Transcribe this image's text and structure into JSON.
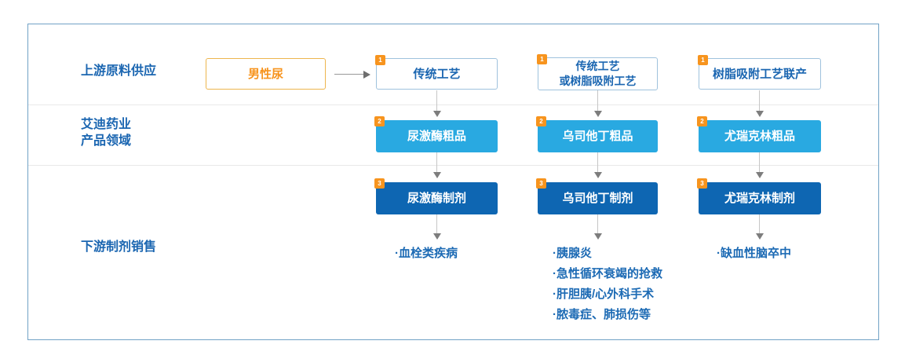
{
  "sections": {
    "upstream_label": "上游原料供应",
    "company_label": "艾迪药业\n产品领域",
    "downstream_label": "下游制剂销售"
  },
  "source": {
    "label": "男性尿"
  },
  "columns": [
    {
      "process": {
        "badge": "1",
        "text": "传统工艺"
      },
      "crude": {
        "badge": "2",
        "text": "尿激酶粗品"
      },
      "formulation": {
        "badge": "3",
        "text": "尿激酶制剂"
      },
      "indications": [
        "·血栓类疾病"
      ]
    },
    {
      "process": {
        "badge": "1",
        "text": "传统工艺\n或树脂吸附工艺"
      },
      "crude": {
        "badge": "2",
        "text": "乌司他丁粗品"
      },
      "formulation": {
        "badge": "3",
        "text": "乌司他丁制剂"
      },
      "indications": [
        "·胰腺炎",
        "·急性循环衰竭的抢救",
        "·肝胆胰/心外科手术",
        "·脓毒症、肺损伤等"
      ]
    },
    {
      "process": {
        "badge": "1",
        "text": "树脂吸附工艺联产"
      },
      "crude": {
        "badge": "2",
        "text": "尤瑞克林粗品"
      },
      "formulation": {
        "badge": "3",
        "text": "尤瑞克林制剂"
      },
      "indications": [
        "·缺血性脑卒中"
      ]
    }
  ],
  "colors": {
    "accent_orange": "#F7941E",
    "light_blue": "#29A9E1",
    "dark_blue": "#0E66B2",
    "label_blue": "#1B66B1",
    "process_border": "#9FC2DD",
    "source_border": "#EDB54E",
    "frame_border": "#71A2C6"
  }
}
